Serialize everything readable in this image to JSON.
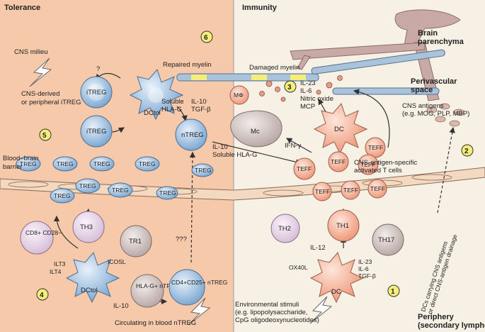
{
  "panels": {
    "left_header": "Tolerance",
    "right_header": "Immunity"
  },
  "colors": {
    "tolerance_bg": "#f6c8a8",
    "immunity_bg": "#f5efe4",
    "treg_cell": "#8fb8dc",
    "effector_cell": "#f3a98c",
    "helper_cell": "#e6d3e6",
    "neuron": "#c9a9a6",
    "myelin": "#a9c3db",
    "marker": "#f6ee7a"
  },
  "step_numbers": [
    "1",
    "2",
    "3",
    "4",
    "5",
    "6"
  ],
  "labels": {
    "brain_parenchyma": "Brain\nparenchyma",
    "perivascular_space": "Perivascular\nspace",
    "cns_milieu": "CNS milieu",
    "cns_derived": "CNS-derived\nor peripheral iTREG",
    "repaired_myelin": "Repaired myelin",
    "damaged_myelin": "Damaged myelin",
    "soluble_hlag": "Soluble\nHLA-G",
    "il10_tgfb": "IL-10\nTGF-β",
    "cytokines": "IL-23\nIL-6\nNitric oxide\nMCP",
    "ifn_gamma": "IFN-γ",
    "il10_soluble": "IL-10\nSoluble HLA-G",
    "cns_antigens": "CNS antigens\n(e.g. MOG, PLP, MBP)",
    "bbb": "Blood–brain\nbarrier",
    "cns_antigen_specific": "CNS-antigen-specific\nactivated T cells",
    "question": "?",
    "triple_question": "???",
    "ilt3": "ILT3",
    "ilt4": "ILT4",
    "icosl": "ICOSL",
    "il10": "IL-10",
    "circulating": "Circulating in blood nTREG",
    "il12": "IL-12",
    "ox40l": "OX40L",
    "il23_il6_tgfb": "IL-23\nIL-6\nTGF-β",
    "environmental": "Environmental stimuli\n(e.g. lipopolysaccharide,\nCpG oligodeoxynucleotides)",
    "dcs_carrying": "DCs carrying CNS antigens\nor direct CNS-antigen drainage",
    "periphery": "Periphery\n(secondary lymphoid organs)"
  },
  "cells": {
    "itreg": "iTREG",
    "ntreg": "nTREG",
    "treg": "TREG",
    "dctol": "DCtol",
    "dc": "DC",
    "teff": "TEFF",
    "mphi": "MΦ",
    "mc": "Mc",
    "th1": "TH1",
    "th2": "TH2",
    "th3": "TH3",
    "th17": "TH17",
    "tr1": "TR1",
    "cd8": "CD8+\nCD28−",
    "hlag_ntreg": "HLA-G+\nnTREG",
    "cd4_ntreg": "CD4+CD25+\nnTREG"
  }
}
